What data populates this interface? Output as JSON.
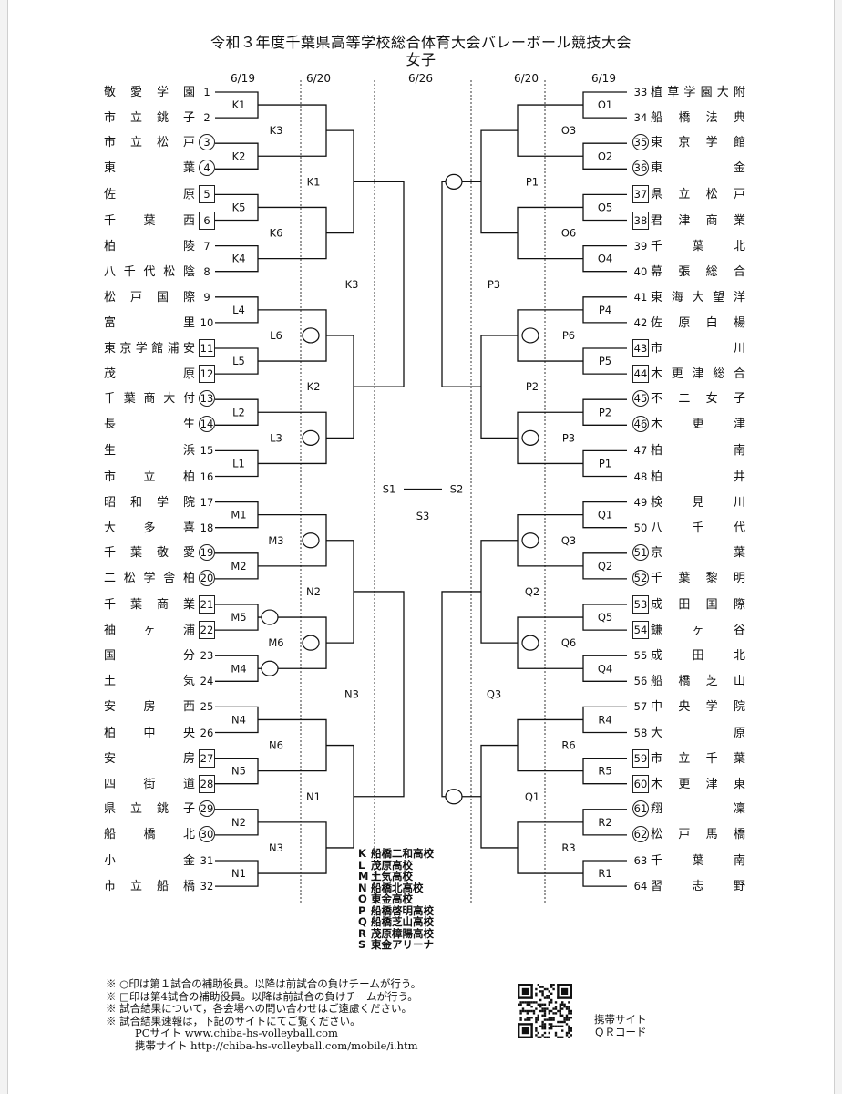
{
  "title": "令和３年度千葉県高等学校総合体育大会バレーボール競技大会",
  "subtitle": "女子",
  "dates": {
    "left_r1": "6/19",
    "left_r2": "6/20",
    "final": "6/26",
    "right_r2": "6/20",
    "right_r1": "6/19"
  },
  "left_teams": [
    {
      "no": "1",
      "name": "敬愛学園",
      "mark": ""
    },
    {
      "no": "2",
      "name": "市立銚子",
      "mark": ""
    },
    {
      "no": "3",
      "name": "市立松戸",
      "mark": "circle"
    },
    {
      "no": "4",
      "name": "東葉",
      "mark": "circle"
    },
    {
      "no": "5",
      "name": "佐原",
      "mark": "box"
    },
    {
      "no": "6",
      "name": "千葉西",
      "mark": "box"
    },
    {
      "no": "7",
      "name": "柏陵",
      "mark": ""
    },
    {
      "no": "8",
      "name": "八千代松陰",
      "mark": ""
    },
    {
      "no": "9",
      "name": "松戸国際",
      "mark": ""
    },
    {
      "no": "10",
      "name": "富里",
      "mark": ""
    },
    {
      "no": "11",
      "name": "東京学館浦安",
      "mark": "box"
    },
    {
      "no": "12",
      "name": "茂原",
      "mark": "box"
    },
    {
      "no": "13",
      "name": "千葉商大付",
      "mark": "circle"
    },
    {
      "no": "14",
      "name": "長生",
      "mark": "circle"
    },
    {
      "no": "15",
      "name": "生浜",
      "mark": ""
    },
    {
      "no": "16",
      "name": "市立柏",
      "mark": ""
    },
    {
      "no": "17",
      "name": "昭和学院",
      "mark": ""
    },
    {
      "no": "18",
      "name": "大多喜",
      "mark": ""
    },
    {
      "no": "19",
      "name": "千葉敬愛",
      "mark": "circle"
    },
    {
      "no": "20",
      "name": "二松学舎柏",
      "mark": "circle"
    },
    {
      "no": "21",
      "name": "千葉商業",
      "mark": "box"
    },
    {
      "no": "22",
      "name": "袖ヶ浦",
      "mark": "box"
    },
    {
      "no": "23",
      "name": "国分",
      "mark": ""
    },
    {
      "no": "24",
      "name": "土気",
      "mark": ""
    },
    {
      "no": "25",
      "name": "安房西",
      "mark": ""
    },
    {
      "no": "26",
      "name": "柏中央",
      "mark": ""
    },
    {
      "no": "27",
      "name": "安房",
      "mark": "box"
    },
    {
      "no": "28",
      "name": "四街道",
      "mark": "box"
    },
    {
      "no": "29",
      "name": "県立銚子",
      "mark": "circle"
    },
    {
      "no": "30",
      "name": "船橋北",
      "mark": "circle"
    },
    {
      "no": "31",
      "name": "小金",
      "mark": ""
    },
    {
      "no": "32",
      "name": "市立船橋",
      "mark": ""
    }
  ],
  "right_teams": [
    {
      "no": "33",
      "name": "植草学園大附",
      "mark": ""
    },
    {
      "no": "34",
      "name": "船橋法典",
      "mark": ""
    },
    {
      "no": "35",
      "name": "東京学館",
      "mark": "circle"
    },
    {
      "no": "36",
      "name": "東金",
      "mark": "circle"
    },
    {
      "no": "37",
      "name": "県立松戸",
      "mark": "box"
    },
    {
      "no": "38",
      "name": "君津商業",
      "mark": "box"
    },
    {
      "no": "39",
      "name": "千葉北",
      "mark": ""
    },
    {
      "no": "40",
      "name": "幕張総合",
      "mark": ""
    },
    {
      "no": "41",
      "name": "東海大望洋",
      "mark": ""
    },
    {
      "no": "42",
      "name": "佐原白楊",
      "mark": ""
    },
    {
      "no": "43",
      "name": "市川",
      "mark": "box"
    },
    {
      "no": "44",
      "name": "木更津総合",
      "mark": "box"
    },
    {
      "no": "45",
      "name": "不二女子",
      "mark": "circle"
    },
    {
      "no": "46",
      "name": "木更津",
      "mark": "circle"
    },
    {
      "no": "47",
      "name": "柏南",
      "mark": ""
    },
    {
      "no": "48",
      "name": "柏井",
      "mark": ""
    },
    {
      "no": "49",
      "name": "検見川",
      "mark": ""
    },
    {
      "no": "50",
      "name": "八千代",
      "mark": ""
    },
    {
      "no": "51",
      "name": "京葉",
      "mark": "circle"
    },
    {
      "no": "52",
      "name": "千葉黎明",
      "mark": "circle"
    },
    {
      "no": "53",
      "name": "成田国際",
      "mark": "box"
    },
    {
      "no": "54",
      "name": "鎌ヶ谷",
      "mark": "box"
    },
    {
      "no": "55",
      "name": "成田北",
      "mark": ""
    },
    {
      "no": "56",
      "name": "船橋芝山",
      "mark": ""
    },
    {
      "no": "57",
      "name": "中央学院",
      "mark": ""
    },
    {
      "no": "58",
      "name": "大原",
      "mark": ""
    },
    {
      "no": "59",
      "name": "市立千葉",
      "mark": "box"
    },
    {
      "no": "60",
      "name": "木更津東",
      "mark": "box"
    },
    {
      "no": "61",
      "name": "翔凜",
      "mark": "circle"
    },
    {
      "no": "62",
      "name": "松戸馬橋",
      "mark": "circle"
    },
    {
      "no": "63",
      "name": "千葉南",
      "mark": ""
    },
    {
      "no": "64",
      "name": "習志野",
      "mark": ""
    }
  ],
  "match_labels": {
    "L_r1": [
      "K1",
      "K2",
      "K5",
      "K4",
      "L4",
      "L5",
      "L2",
      "L1",
      "M1",
      "M2",
      "M5",
      "M4",
      "N4",
      "N5",
      "N2",
      "N1"
    ],
    "L_r2": [
      "K3",
      "K6",
      "L6",
      "L3",
      "M3",
      "M6",
      "N6",
      "N3"
    ],
    "L_r3": [
      "K1",
      "K2",
      "N2",
      "N1"
    ],
    "L_r4": [
      "K3",
      "N3"
    ],
    "L_semi": "S1",
    "final": "S3",
    "R_semi": "S2",
    "R_r4": [
      "P3",
      "Q3"
    ],
    "R_r3": [
      "P1",
      "P2",
      "Q2",
      "Q1"
    ],
    "R_r2": [
      "O3",
      "O6",
      "P6",
      "P3",
      "Q3",
      "Q6",
      "R6",
      "R3"
    ],
    "R_r1": [
      "O1",
      "O2",
      "O5",
      "O4",
      "P4",
      "P5",
      "P2",
      "P1",
      "Q1",
      "Q2",
      "Q5",
      "Q4",
      "R4",
      "R5",
      "R2",
      "R1"
    ]
  },
  "venues": [
    {
      "key": "K",
      "name": "船橋二和高校"
    },
    {
      "key": "L",
      "name": "茂原高校"
    },
    {
      "key": "M",
      "name": "土気高校"
    },
    {
      "key": "N",
      "name": "船橋北高校"
    },
    {
      "key": "O",
      "name": "東金高校"
    },
    {
      "key": "P",
      "name": "船橋啓明高校"
    },
    {
      "key": "Q",
      "name": "船橋芝山高校"
    },
    {
      "key": "R",
      "name": "茂原樟陽高校"
    },
    {
      "key": "S",
      "name": "東金アリーナ"
    }
  ],
  "notes": [
    "※ ○印は第１試合の補助役員。以降は前試合の負けチームが行う。",
    "※ □印は第4試合の補助役員。以降は前試合の負けチームが行う。",
    "※ 試合結果について，各会場への問い合わせはご遠慮ください。",
    "※ 試合結果速報は，下記のサイトにてご覧ください。"
  ],
  "pc_site": "PCサイト www.chiba-hs-volleyball.com",
  "mobile_site": "携帯サイト http://chiba-hs-volleyball.com/mobile/i.htm",
  "qr_caption_1": "携帯サイト",
  "qr_caption_2": "ＱＲコード"
}
